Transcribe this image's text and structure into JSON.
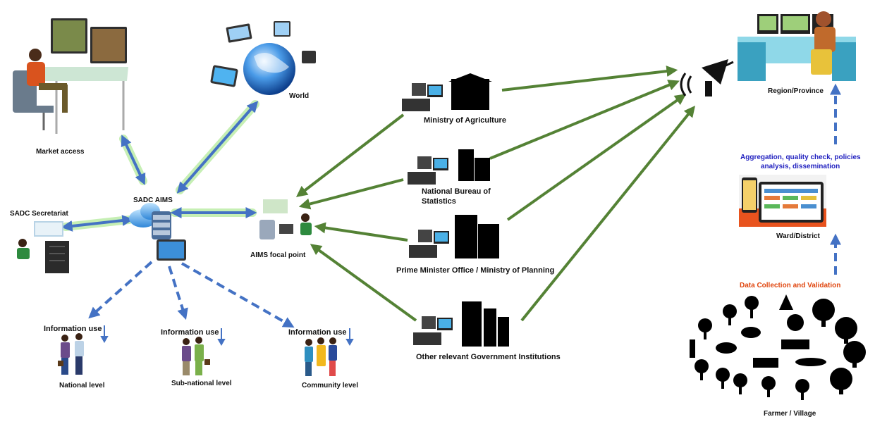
{
  "nodes": {
    "market_access": "Market access",
    "world": "World",
    "sadc_aims": "SADC AIMS",
    "sadc_secretariat": "SADC Secretariat",
    "aims_focal_point": "AIMS focal point",
    "ministry_agriculture": "Ministry of Agriculture",
    "nbs_line1": "National Bureau of",
    "nbs_line2": "Statistics",
    "pmo": "Prime Minister Office / Ministry of Planning",
    "other_institutions": "Other relevant Government Institutions",
    "region_province": "Region/Province",
    "aggregation_line1": "Aggregation, quality check, policies",
    "aggregation_line2": "analysis, dissemination",
    "ward_district": "Ward/District",
    "data_collection": "Data Collection  and Validation",
    "farmer_village": "Farmer / Village"
  },
  "info_use": {
    "label": "Information use",
    "national": "National level",
    "subnational": "Sub-national level",
    "community": "Community level"
  },
  "colors": {
    "green_arrow": "#548235",
    "blue_arrow": "#4472c4",
    "glow": "#c6efb4",
    "blue_text": "#1f1fbf",
    "orange_text": "#e0460f"
  },
  "icons": [
    "analyst-at-desk-icon",
    "globe-with-devices-icon",
    "cloud-database-icon",
    "satellite-dish-icon",
    "building-icon",
    "computer-icon",
    "people-icon",
    "animals-trees-icon",
    "tablet-dashboard-icon"
  ]
}
